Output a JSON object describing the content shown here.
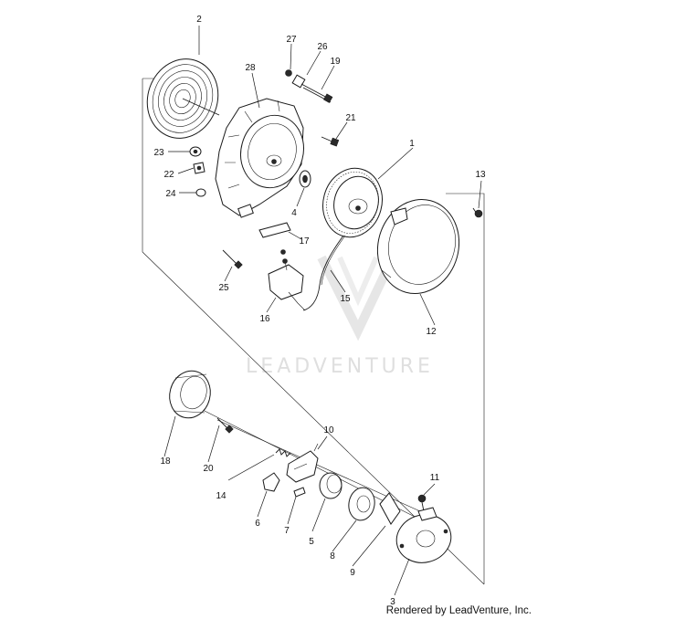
{
  "watermark": {
    "text": "LEADVENTURE",
    "color": "#dcdcdc"
  },
  "credit": "Rendered by LeadVenture, Inc.",
  "callouts": {
    "p1": "1",
    "p2": "2",
    "p3": "3",
    "p4": "4",
    "p5": "5",
    "p6": "6",
    "p7": "7",
    "p8": "8",
    "p9": "9",
    "p10": "10",
    "p11": "11",
    "p12": "12",
    "p13": "13",
    "p14": "14",
    "p15": "15",
    "p16": "16",
    "p17": "17",
    "p18": "18",
    "p19": "19",
    "p20": "20",
    "p21": "21",
    "p22": "22",
    "p23": "23",
    "p24": "24",
    "p25": "25",
    "p26": "26",
    "p27": "27",
    "p28": "28"
  }
}
